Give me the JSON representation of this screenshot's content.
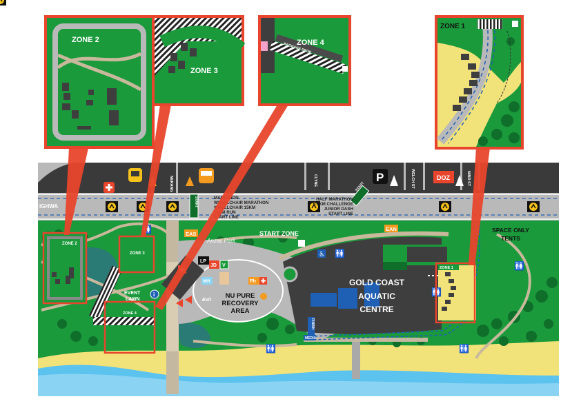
{
  "zones": {
    "zone1": "ZONE 1",
    "zone2": "ZONE 2",
    "zone3": "ZONE 3",
    "zone4": "ZONE 4"
  },
  "insets": {
    "baggage_drop": "BAGGAGE DROP"
  },
  "streets": {
    "nerang": "NERANG",
    "clyne": "CLYNE",
    "welch": "WELCH ST",
    "nind": "NIND ST",
    "highway": "IGHWA"
  },
  "start_banner": "START",
  "race_lines": {
    "left": [
      "MARATHON",
      "WHEELCHAIR MARATHON",
      "WHEELCHAIR 15KM",
      "10KM RUN",
      "START LINE"
    ],
    "right": [
      "HALF MARATHON",
      "5.7KM CHALLENGE",
      "JUNIOR DASH",
      "START LINE"
    ]
  },
  "labels": {
    "start_zone": "START ZONE",
    "anzac_park": "Anzac Park",
    "event_lawn": [
      "EVENT",
      "LAWN"
    ],
    "recovery": [
      "NU PURE",
      "RECOVERY",
      "AREA"
    ],
    "aquatic": [
      "GOLD COAST",
      "AQUATIC",
      "CENTRE"
    ],
    "tents": [
      "SPACE ONLY",
      "TENTS"
    ],
    "exit": "Exit",
    "eas": "EAS",
    "ean": "EAN",
    "doz": "DOZ",
    "lp": "LP",
    "jd": "JD",
    "v": "V",
    "wr": "WR",
    "ph": "Ph",
    "finish": "FINISH",
    "media": "MEDIA"
  },
  "colors": {
    "grass": "#1b9a3c",
    "dark_green": "#0e6e2a",
    "road": "#3a3a3a",
    "lane": "#b9b9b9",
    "beach": "#f2e27a",
    "sea": "#5cc3ef",
    "callout": "#e8452c",
    "building": "#3e3e3e",
    "pool": "#1f5fb4"
  }
}
